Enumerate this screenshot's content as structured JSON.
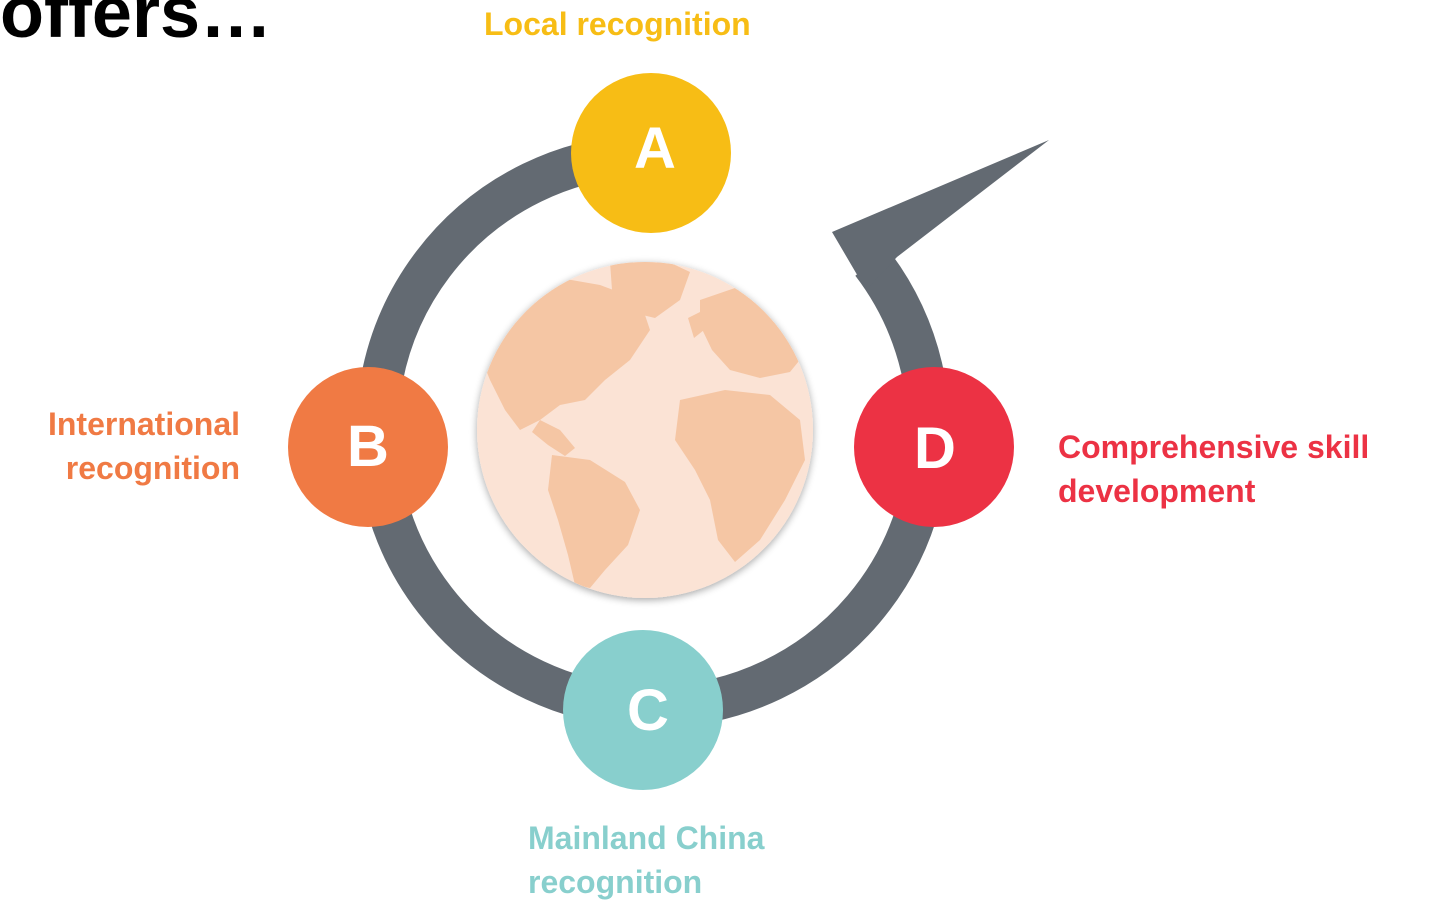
{
  "title": "offers…",
  "colors": {
    "ring": "#636a72",
    "a": "#f7bd15",
    "b": "#f07a44",
    "c": "#88cfcd",
    "d": "#ec3244",
    "globe_ocean": "#fbe3d5",
    "globe_land": "#f5c6a4"
  },
  "nodes": {
    "a": {
      "letter": "A",
      "label": [
        "Local recognition"
      ]
    },
    "b": {
      "letter": "B",
      "label": [
        "International",
        "recognition"
      ]
    },
    "c": {
      "letter": "C",
      "label": [
        "Mainland China",
        "recognition"
      ]
    },
    "d": {
      "letter": "D",
      "label": [
        "Comprehensive skill",
        "development"
      ]
    }
  },
  "center_icon": "globe-icon"
}
